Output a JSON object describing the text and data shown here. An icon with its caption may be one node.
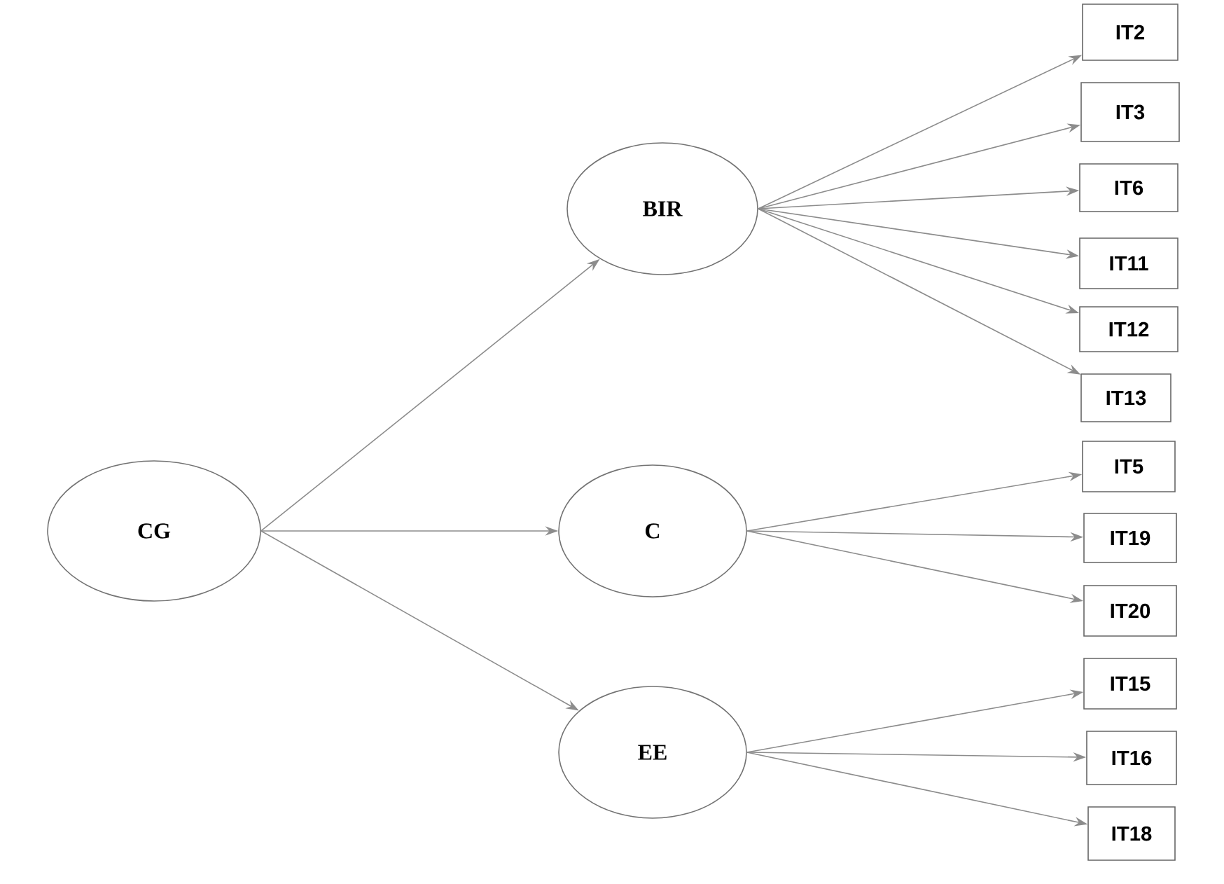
{
  "diagram": {
    "nodes": [
      {
        "text": [
          "CG"
        ]
      },
      {
        "text": [
          "BIR"
        ]
      },
      {
        "text": [
          "C"
        ]
      },
      {
        "text": [
          "EE"
        ]
      },
      {
        "text": [
          "IT2"
        ]
      },
      {
        "text": [
          "IT3"
        ]
      },
      {
        "text": [
          "IT6"
        ]
      },
      {
        "text": [
          "IT11"
        ]
      },
      {
        "text": [
          "IT12"
        ]
      },
      {
        "text": [
          "IT13"
        ]
      },
      {
        "text": [
          "IT5"
        ]
      },
      {
        "text": [
          "IT19"
        ]
      },
      {
        "text": [
          "IT20"
        ]
      },
      {
        "text": [
          "IT15"
        ]
      },
      {
        "text": [
          "IT16"
        ]
      },
      {
        "text": [
          "IT18"
        ]
      }
    ],
    "edges": [
      {
        "from": 0,
        "to": 1,
        "arrow": "to"
      },
      {
        "from": 0,
        "to": 2,
        "arrow": "to"
      },
      {
        "from": 0,
        "to": 3,
        "arrow": "to"
      },
      {
        "from": 1,
        "to": 4,
        "arrow": "to"
      },
      {
        "from": 1,
        "to": 5,
        "arrow": "to"
      },
      {
        "from": 1,
        "to": 6,
        "arrow": "to"
      },
      {
        "from": 1,
        "to": 7,
        "arrow": "to"
      },
      {
        "from": 1,
        "to": 8,
        "arrow": "to"
      },
      {
        "from": 1,
        "to": 9,
        "arrow": "to"
      },
      {
        "from": 2,
        "to": 10,
        "arrow": "to"
      },
      {
        "from": 2,
        "to": 11,
        "arrow": "to"
      },
      {
        "from": 2,
        "to": 12,
        "arrow": "to"
      },
      {
        "from": 3,
        "to": 13,
        "arrow": "to"
      },
      {
        "from": 3,
        "to": 14,
        "arrow": "to"
      },
      {
        "from": 3,
        "to": 15,
        "arrow": "to"
      }
    ]
  }
}
